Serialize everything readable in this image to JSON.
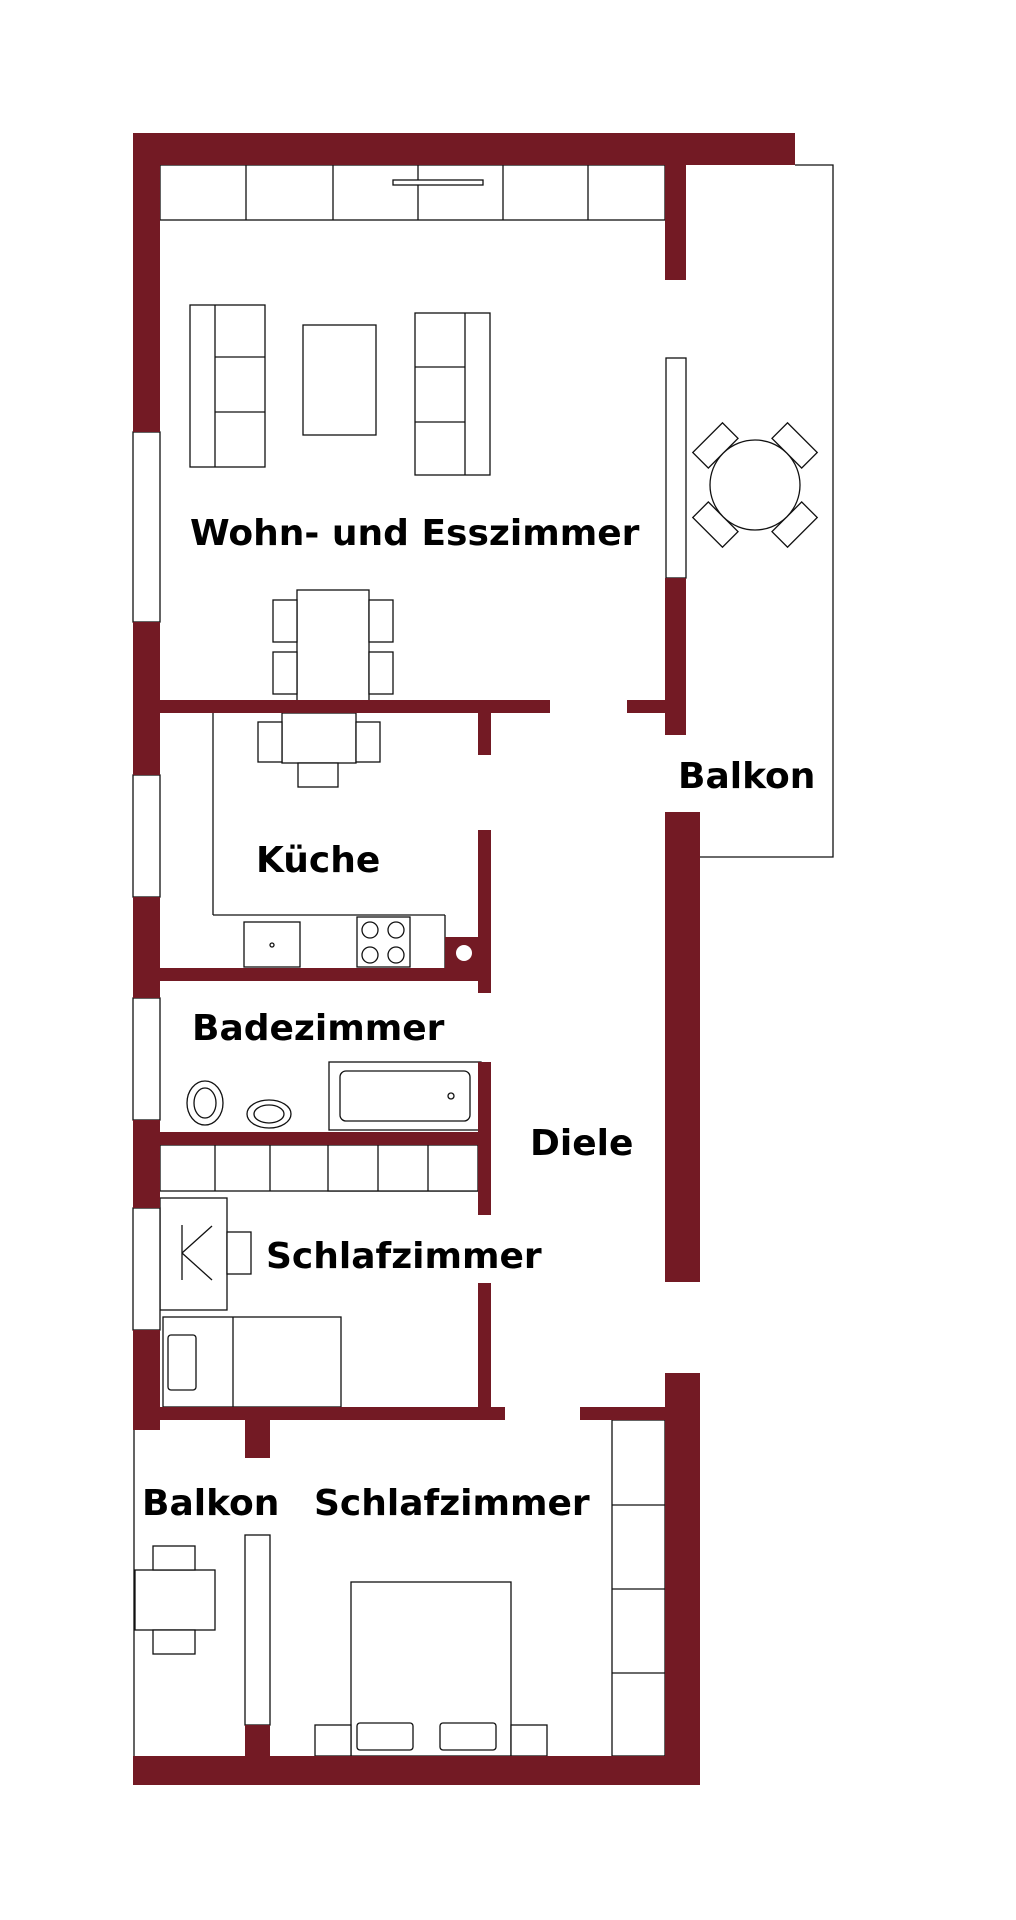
{
  "colors": {
    "wall": "#731a24",
    "line": "#111111",
    "background": "#ffffff"
  },
  "rooms": {
    "wohn_ess": "Wohn- und Esszimmer",
    "balkon_top": "Balkon",
    "kueche": "Küche",
    "bad": "Badezimmer",
    "diele": "Diele",
    "schlaf_1": "Schlafzimmer",
    "balkon_bottom": "Balkon",
    "schlaf_2": "Schlafzimmer"
  }
}
